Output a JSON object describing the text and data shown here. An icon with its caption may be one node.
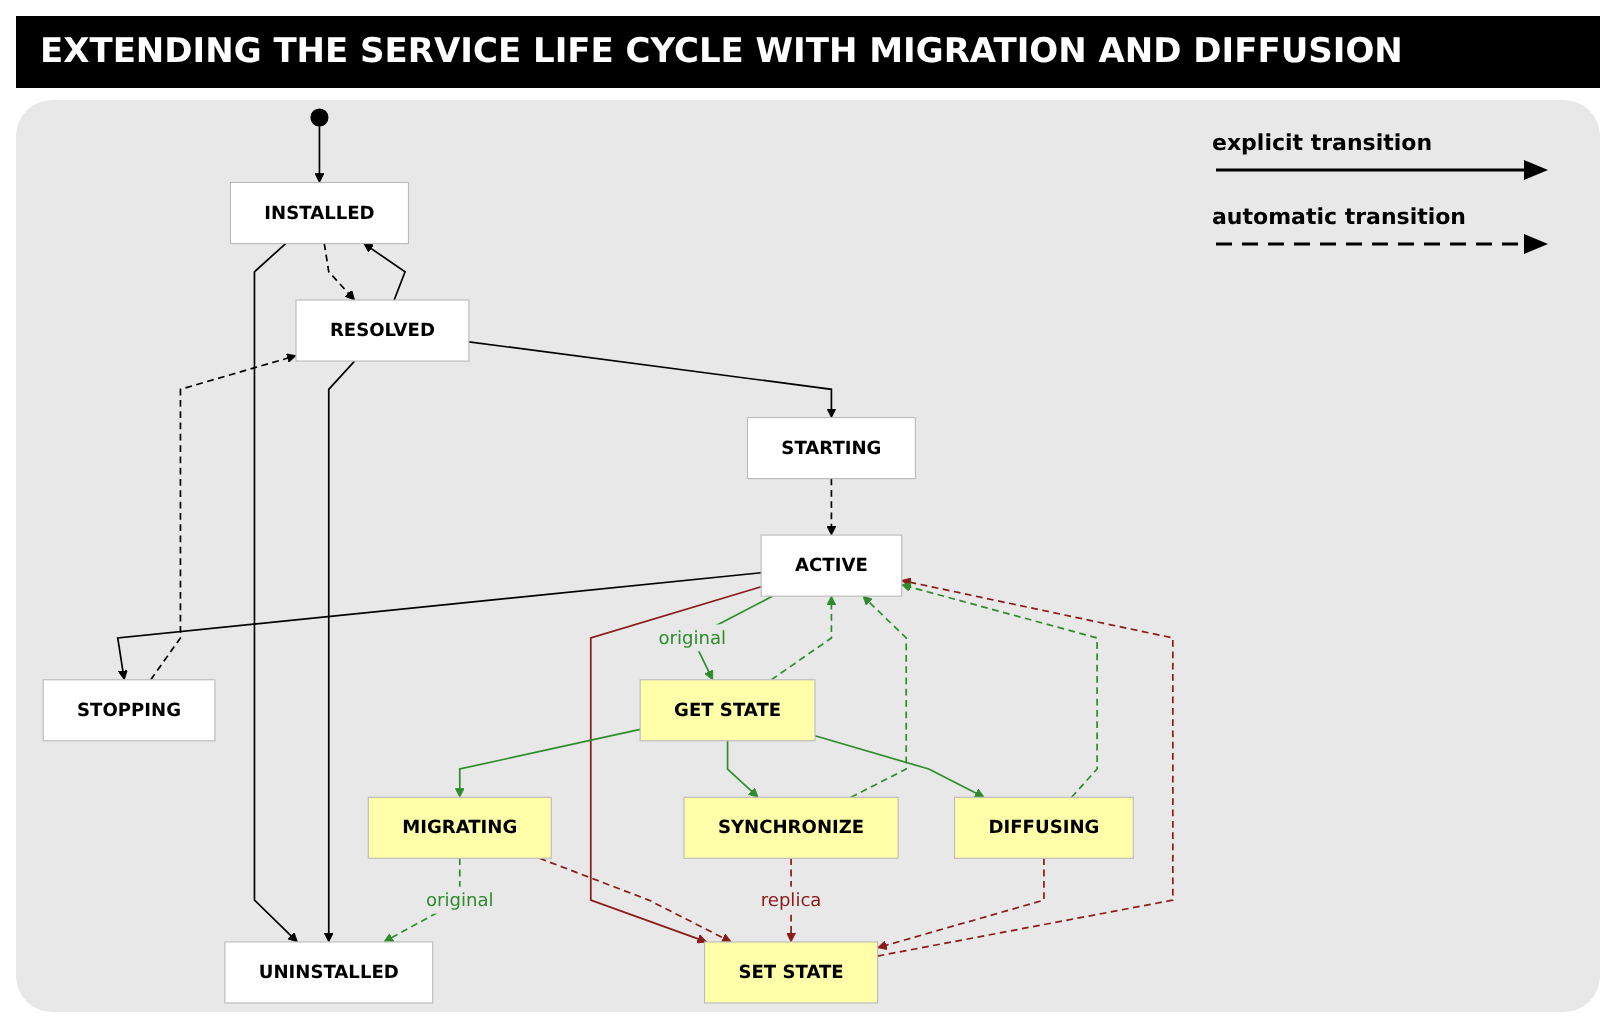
{
  "diagram": {
    "title": "EXTENDING THE SERVICE LIFE CYCLE WITH MIGRATION AND DIFFUSION",
    "nodes": [
      {
        "text": [],
        "shape": "circle"
      },
      {
        "text": [
          "INSTALLED"
        ]
      },
      {
        "text": [
          "UNINSTALLED"
        ]
      },
      {
        "text": [
          "RESOLVED"
        ]
      },
      {
        "text": [
          "SET STATE"
        ]
      },
      {
        "text": [
          "STOPPING"
        ]
      },
      {
        "text": [
          "STARTING"
        ]
      },
      {
        "text": [
          "MIGRATING"
        ]
      },
      {
        "text": [
          "SYNCHRONIZE"
        ]
      },
      {
        "text": [
          "DIFFUSING"
        ]
      },
      {
        "text": [
          "GET STATE"
        ]
      },
      {
        "text": [
          "ACTIVE"
        ]
      }
    ],
    "edges": [
      {
        "from": 0,
        "to": 1,
        "arrow": "to"
      },
      {
        "from": 1,
        "to": 2,
        "arrow": "to"
      },
      {
        "from": 1,
        "to": 3,
        "arrow": "to",
        "style": "dashed"
      },
      {
        "from": 3,
        "to": 1,
        "arrow": "to"
      },
      {
        "from": 3,
        "to": 2,
        "arrow": "to"
      },
      {
        "from": 5,
        "to": 3,
        "arrow": "to",
        "style": "dashed"
      },
      {
        "from": 3,
        "to": 6,
        "arrow": "to"
      },
      {
        "from": 11,
        "to": 5,
        "arrow": "to"
      },
      {
        "from": 6,
        "to": 11,
        "arrow": "to",
        "style": "dashed"
      },
      {
        "from": 11,
        "to": 4,
        "arrow": "to",
        "color": "#8b1a1a"
      },
      {
        "from": 4,
        "to": 11,
        "arrow": "to",
        "style": "dashed",
        "color": "#8b1a1a"
      },
      {
        "from": 7,
        "to": 4,
        "arrow": "to",
        "style": "dashed",
        "color": "#8b1a1a"
      },
      {
        "from": 8,
        "to": 4,
        "arrow": "to",
        "style": "dashed",
        "color": "#8b1a1a",
        "label": "replica"
      },
      {
        "from": 9,
        "to": 4,
        "arrow": "to",
        "style": "dashed",
        "color": "#8b1a1a"
      },
      {
        "from": 7,
        "to": 2,
        "arrow": "to",
        "style": "dashed",
        "color": "#2e8b2e",
        "label": "original"
      },
      {
        "from": 10,
        "to": 7,
        "arrow": "to",
        "color": "#2e8b2e"
      },
      {
        "from": 10,
        "to": 8,
        "arrow": "to",
        "color": "#2e8b2e"
      },
      {
        "from": 10,
        "to": 9,
        "arrow": "to",
        "color": "#2e8b2e"
      },
      {
        "from": 11,
        "to": 10,
        "arrow": "to",
        "color": "#2e8b2e",
        "label": "original"
      },
      {
        "from": 8,
        "to": 11,
        "arrow": "to",
        "style": "dashed",
        "color": "#2e8b2e"
      },
      {
        "from": 9,
        "to": 11,
        "arrow": "to",
        "style": "dashed",
        "color": "#2e8b2e"
      },
      {
        "from": 10,
        "to": 11,
        "arrow": "to",
        "style": "dashed",
        "color": "#2e8b2e"
      }
    ],
    "legend": [
      {
        "text": "explicit transition"
      },
      {
        "text": "automatic transition"
      }
    ]
  }
}
